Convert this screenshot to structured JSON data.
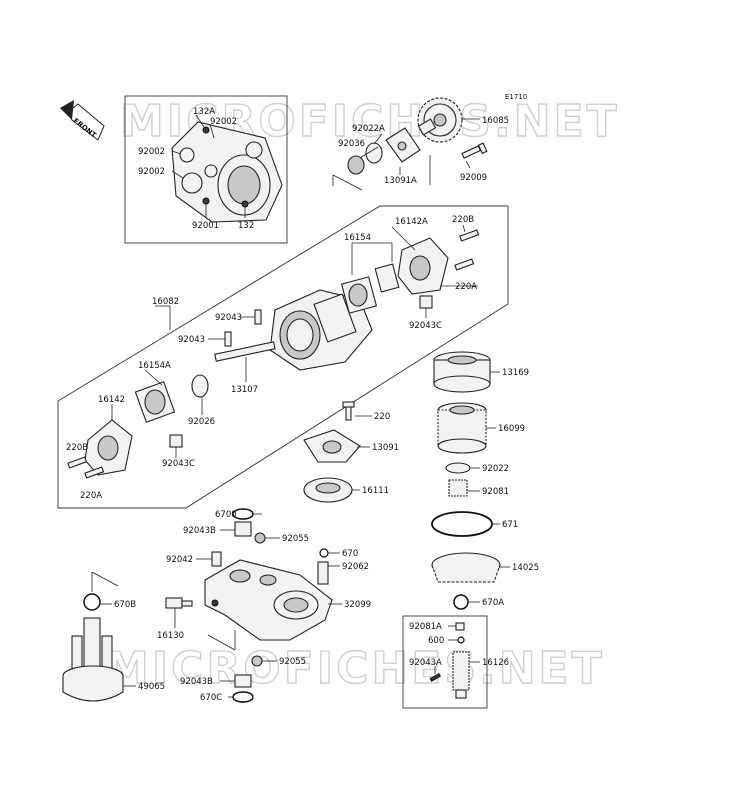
{
  "diagram_code": "E1710",
  "front_arrow_label": "FRONT",
  "watermark_top": "MICROFICHES.NET",
  "watermark_bottom": "MICROFICHES.NET",
  "parts": {
    "p132A": "132A",
    "p92002_a": "92002",
    "p92002_b": "92002",
    "p92002_c": "92002",
    "p92001": "92001",
    "p132": "132",
    "p92022A": "92022A",
    "p92036": "92036",
    "p13091A": "13091A",
    "p16085": "16085",
    "p92009": "92009",
    "p16142A": "16142A",
    "p220B_top": "220B",
    "p16154": "16154",
    "p220A_top": "220A",
    "p92043C_top": "92043C",
    "p16082": "16082",
    "p92043_a": "92043",
    "p92043_b": "92043",
    "p13107": "13107",
    "p16154A": "16154A",
    "p92026": "92026",
    "p16142": "16142",
    "p220B_bot": "220B",
    "p92043C_bot": "92043C",
    "p220A_bot": "220A",
    "p13169": "13169",
    "p220": "220",
    "p13091": "13091",
    "p16099": "16099",
    "p16111": "16111",
    "p92022": "92022",
    "p92081": "92081",
    "p6700": "6700",
    "p92043B_top": "92043B",
    "p92055_top": "92055",
    "p671": "671",
    "p670": "670",
    "p92042": "92042",
    "p92062": "92062",
    "p14025": "14025",
    "p670B": "670B",
    "p32099": "32099",
    "p670A": "670A",
    "p16130": "16130",
    "p92081A": "92081A",
    "p600": "600",
    "p92055_bot": "92055",
    "p92043A": "92043A",
    "p16126": "16126",
    "p49065": "49065",
    "p92043B_bot": "92043B",
    "p670C": "670C"
  }
}
